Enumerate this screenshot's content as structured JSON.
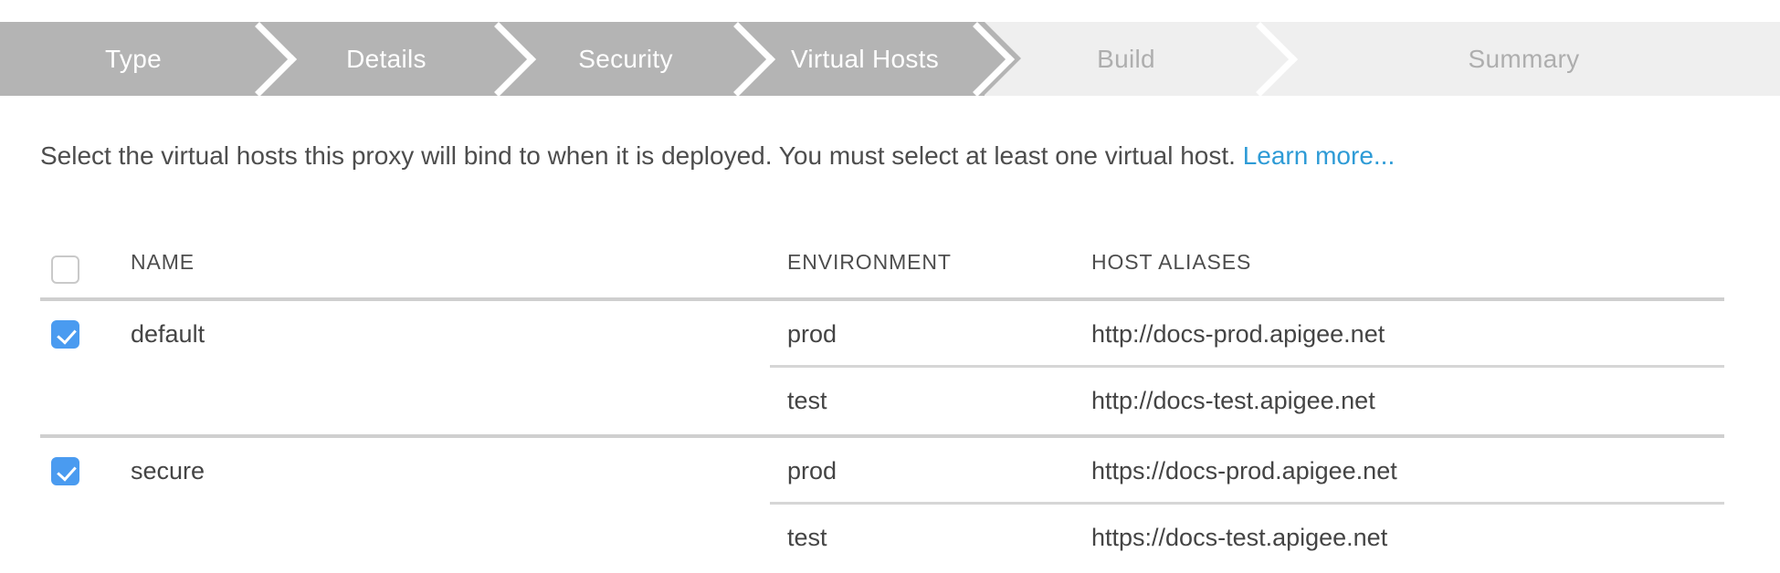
{
  "wizard": {
    "steps": [
      {
        "label": "Type",
        "state": "done"
      },
      {
        "label": "Details",
        "state": "done"
      },
      {
        "label": "Security",
        "state": "done"
      },
      {
        "label": "Virtual Hosts",
        "state": "done"
      },
      {
        "label": "Build",
        "state": "todo"
      },
      {
        "label": "Summary",
        "state": "todo"
      }
    ],
    "active_color": "#b4b4b4",
    "inactive_color": "#efefef",
    "active_text_color": "#ffffff",
    "inactive_text_color": "#aeaeae"
  },
  "intro": {
    "text": "Select the virtual hosts this proxy will bind to when it is deployed. You must select at least one virtual host. ",
    "link_label": "Learn more...",
    "link_color": "#2e9bd6"
  },
  "table": {
    "headers": {
      "name": "NAME",
      "environment": "ENVIRONMENT",
      "host_aliases": "HOST ALIASES"
    },
    "select_all_checked": false,
    "checkbox_checked_color": "#4a9bf0",
    "groups": [
      {
        "name": "default",
        "checked": true,
        "rows": [
          {
            "environment": "prod",
            "host_alias": "http://docs-prod.apigee.net"
          },
          {
            "environment": "test",
            "host_alias": "http://docs-test.apigee.net"
          }
        ]
      },
      {
        "name": "secure",
        "checked": true,
        "rows": [
          {
            "environment": "prod",
            "host_alias": "https://docs-prod.apigee.net"
          },
          {
            "environment": "test",
            "host_alias": "https://docs-test.apigee.net"
          }
        ]
      }
    ]
  }
}
